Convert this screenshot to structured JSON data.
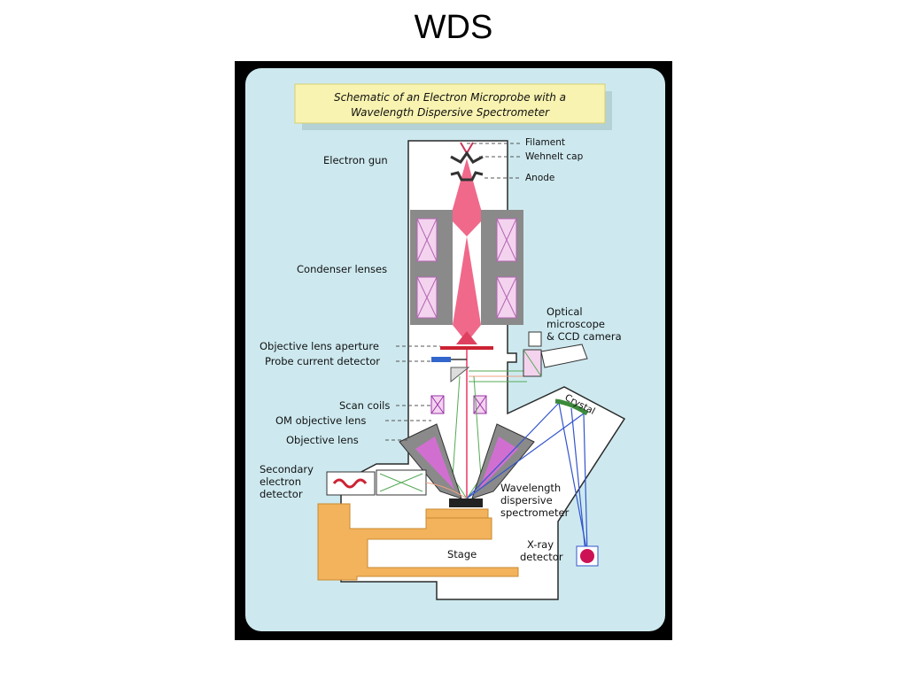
{
  "slide": {
    "title": "WDS"
  },
  "diagram": {
    "caption_line1": "Schematic of an Electron Microprobe with a",
    "caption_line2": "Wavelength Dispersive Spectrometer",
    "labels": {
      "filament": "Filament",
      "wehnelt_cap": "Wehnelt cap",
      "anode": "Anode",
      "electron_gun": "Electron gun",
      "condenser_lenses": "Condenser lenses",
      "optical_1": "Optical",
      "optical_2": "microscope",
      "optical_3": "& CCD camera",
      "objective_aperture": "Objective lens aperture",
      "probe_current_detector": "Probe current detector",
      "scan_coils": "Scan coils",
      "om_objective_lens": "OM objective lens",
      "objective_lens": "Objective lens",
      "secondary_1": "Secondary",
      "secondary_2": "electron",
      "secondary_3": "detector",
      "crystal": "Crystal",
      "wds_1": "Wavelength",
      "wds_2": "dispersive",
      "wds_3": "spectrometer",
      "stage": "Stage",
      "xray_1": "X-ray",
      "xray_2": "detector"
    },
    "colors": {
      "background": "#cde9ef",
      "column": "#ffffff",
      "beam": "#f0698a",
      "lens_gray": "#8a8a8a",
      "coil_fill": "#f4d3ef",
      "stage": "#f2b35c",
      "xray_lines": "#3355cc",
      "crystal": "#3a8a3a",
      "caption_bg": "#f8f3b0"
    }
  }
}
